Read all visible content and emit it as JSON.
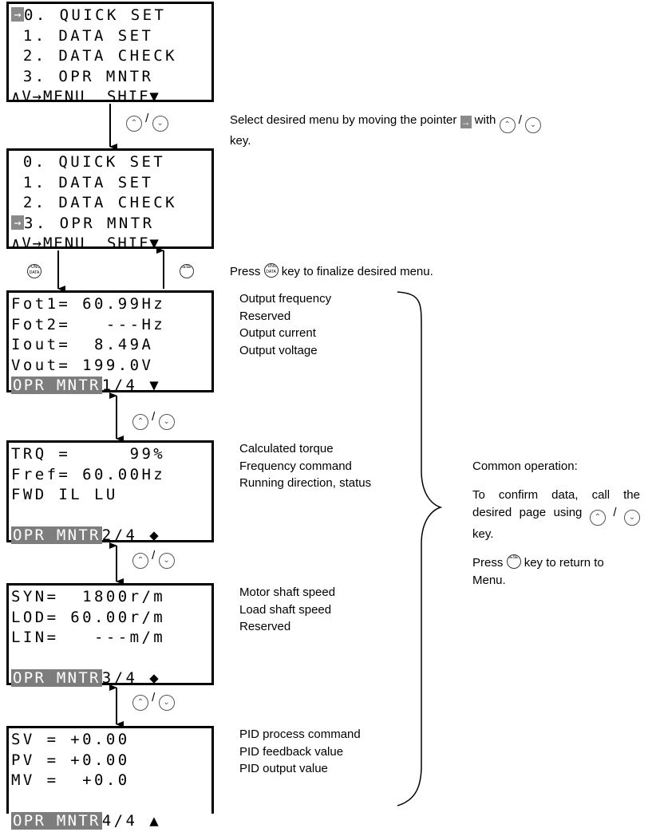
{
  "screens": {
    "menu1": {
      "rows": [
        "0. QUICK SET",
        " 1. DATA SET",
        " 2. DATA CHECK",
        " 3. OPR MNTR"
      ],
      "footer": "∧V→MENU  SHIF▼"
    },
    "menu2": {
      "rows": [
        " 0. QUICK SET",
        " 1. DATA SET",
        " 2. DATA CHECK",
        "3. OPR MNTR"
      ],
      "footer": "∧V→MENU  SHIF▼"
    },
    "opr1": {
      "rows": [
        "Fot1= 60.99Hz",
        "Fot2=   ---Hz",
        "Iout=  8.49A",
        "Vout= 199.0V"
      ],
      "label": "OPR MNTR",
      "page": "1/4 ▼"
    },
    "opr2": {
      "rows": [
        "TRQ =     99%",
        "Fref= 60.00Hz",
        "FWD IL LU"
      ],
      "label": "OPR MNTR",
      "page": "2/4 ◆"
    },
    "opr3": {
      "rows": [
        "SYN=  1800r/m",
        "LOD= 60.00r/m",
        "LIN=   ---m/m"
      ],
      "label": "OPR MNTR",
      "page": "3/4 ◆"
    },
    "opr4": {
      "rows": [
        "SV = +0.00",
        "PV = +0.00",
        "MV =  +0.0"
      ],
      "label": "OPR MNTR",
      "page": "4/4 ▲"
    }
  },
  "pointer_glyph": "→",
  "key_slash": "/",
  "key_labels": {
    "func": "FUNC DATA",
    "reset": "RESET"
  },
  "instructions": {
    "select_part1": "Select desired menu by moving the pointer",
    "select_part2": "with",
    "select_part3": "key.",
    "press_part1": "Press",
    "press_part2": "key to finalize desired menu."
  },
  "notes": {
    "opr1": [
      "Output frequency",
      "Reserved",
      "Output current",
      "Output voltage"
    ],
    "opr2": [
      "Calculated torque",
      "Frequency command",
      "Running direction, status"
    ],
    "opr3": [
      "Motor shaft speed",
      "Load shaft speed",
      "Reserved"
    ],
    "opr4": [
      "PID process command",
      "PID feedback value",
      "PID output value"
    ]
  },
  "common": {
    "title": "Common operation:",
    "p1a": "To confirm data, call the desired page using",
    "p1b": "key.",
    "p2a": "Press",
    "p2b": "key to return to Menu."
  }
}
